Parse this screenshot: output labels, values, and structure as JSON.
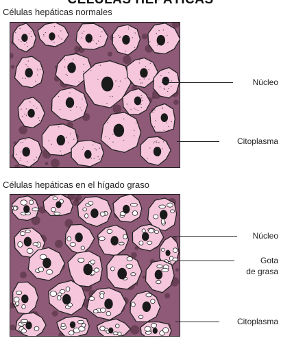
{
  "page_title": "CÉLULAS HEPÁTICAS",
  "sections": [
    {
      "title": "Células hepáticas normales",
      "labels": [
        "Núcleo",
        "Citoplasma"
      ]
    },
    {
      "title": "Células hepáticas en el hígado graso",
      "labels": [
        "Núcleo",
        "Gota",
        "de grasa",
        "Citoplasma"
      ]
    }
  ],
  "colors": {
    "cytoplasm": "#f5c6dc",
    "matrix": "#8e5a77",
    "matrix_dark": "#4a2a3a",
    "nucleus": "#1a1a1a",
    "fat_droplet": "#ffffff",
    "outline": "#222222"
  }
}
